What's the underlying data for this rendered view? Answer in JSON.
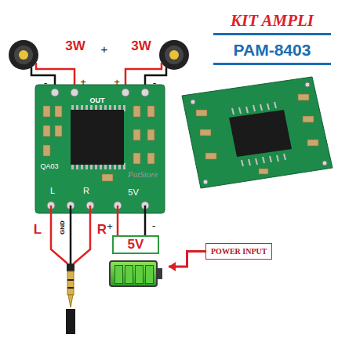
{
  "diagram": {
    "title": "KIT AMPLI",
    "nodes": [
      {
        "text": [
          "POWER INPUT"
        ]
      },
      {
        "text": [
          "5V"
        ]
      }
    ],
    "edges": [
      {
        "from": 0,
        "to": 1,
        "arrow": "to"
      }
    ],
    "labels": [
      "3W",
      "+",
      "3W",
      "-",
      "+",
      "+",
      "-",
      "OUT",
      "QA03",
      "L",
      "R",
      "5V",
      "L",
      "GND",
      "R",
      "+",
      "-",
      "PAM-8403",
      "PatStore"
    ]
  }
}
